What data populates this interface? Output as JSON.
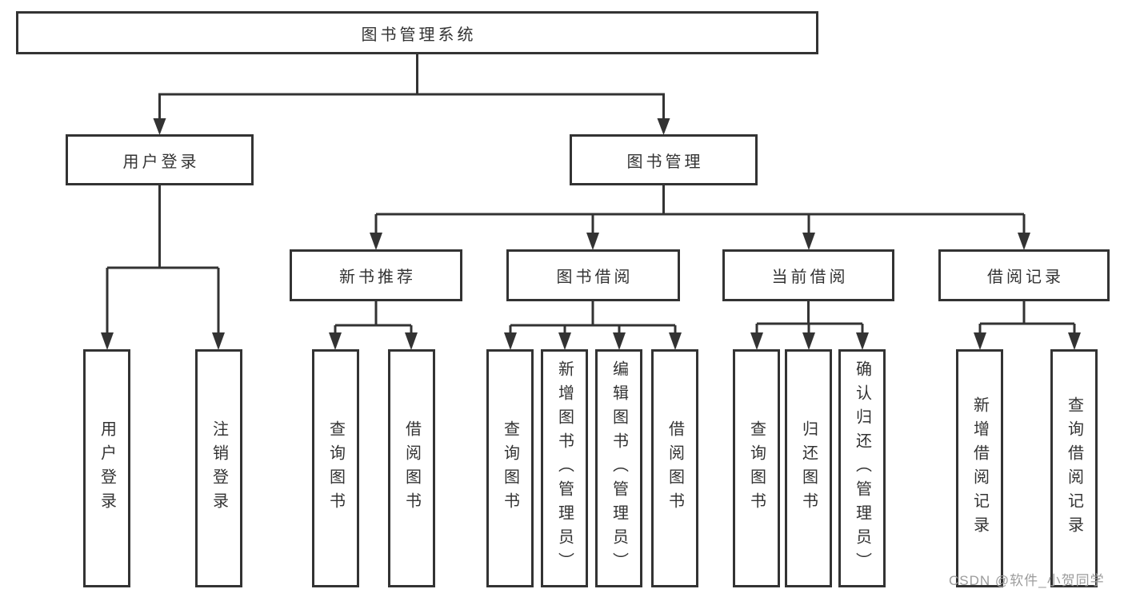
{
  "tree": {
    "root": {
      "label": "图书管理系统"
    },
    "user_login_branch": {
      "label": "用户登录",
      "children": [
        {
          "label": "用户登录"
        },
        {
          "label": "注销登录"
        }
      ]
    },
    "book_mgmt_branch": {
      "label": "图书管理",
      "sections": [
        {
          "label": "新书推荐",
          "children": [
            {
              "label": "查询图书"
            },
            {
              "label": "借阅图书"
            }
          ]
        },
        {
          "label": "图书借阅",
          "children": [
            {
              "label": "查询图书"
            },
            {
              "label": "新增图书（管理员）"
            },
            {
              "label": "编辑图书（管理员）"
            },
            {
              "label": "借阅图书"
            }
          ]
        },
        {
          "label": "当前借阅",
          "children": [
            {
              "label": "查询图书"
            },
            {
              "label": "归还图书"
            },
            {
              "label": "确认归还（管理员）"
            }
          ]
        },
        {
          "label": "借阅记录",
          "children": [
            {
              "label": "新增借阅记录"
            },
            {
              "label": "查询借阅记录"
            }
          ]
        }
      ]
    }
  },
  "watermark": "CSDN @软件_小贺同学",
  "colors": {
    "line": "#333333",
    "box_border": "#333333",
    "text": "#333333",
    "watermark_text": "#9c9c9c",
    "background": "#ffffff"
  }
}
